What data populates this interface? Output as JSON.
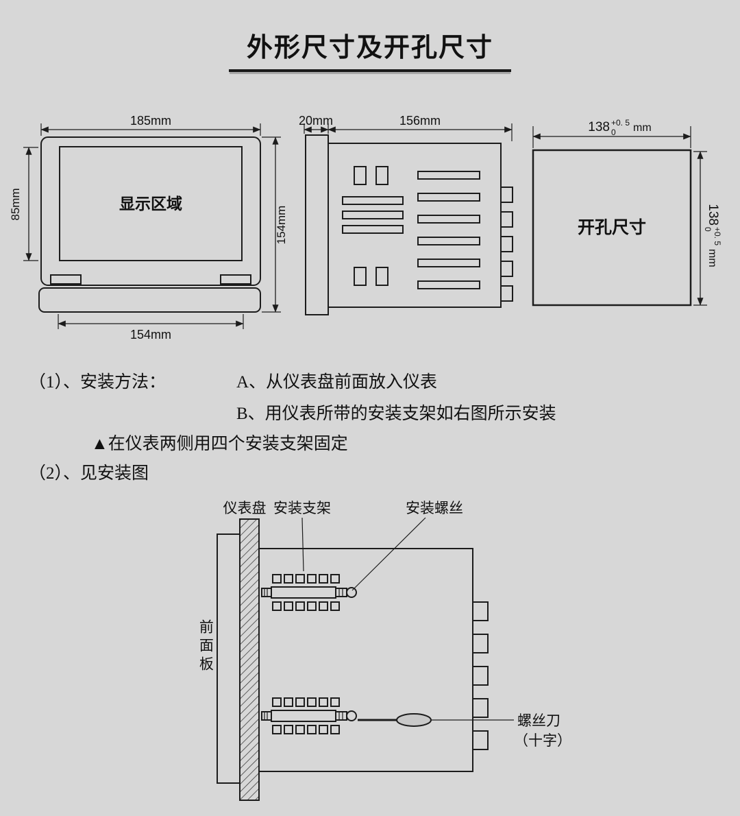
{
  "title": "外形尺寸及开孔尺寸",
  "front_view": {
    "top_width": "185mm",
    "display_area": "显示区域",
    "display_height": "85mm",
    "total_height": "154mm",
    "bottom_width": "154mm"
  },
  "side_view": {
    "bezel_depth": "20mm",
    "body_depth": "156mm"
  },
  "cutout_view": {
    "label": "开孔尺寸",
    "width_value": "138",
    "width_tol_plus": "+0. 5",
    "width_tol_minus": "0",
    "width_unit": "mm",
    "height_value": "138",
    "height_tol_plus": "+0. 5",
    "height_tol_minus": "0",
    "height_unit": "mm"
  },
  "instructions": {
    "step1_label": "（1）、安装方法：",
    "step1_a": "A、从仪表盘前面放入仪表",
    "step1_b": "B、用仪表所带的安装支架如右图所示安装",
    "note": "▲在仪表两侧用四个安装支架固定",
    "step2_label": "（2）、见安装图"
  },
  "install_diagram": {
    "panel": "仪表盘",
    "bracket": "安装支架",
    "screw": "安装螺丝",
    "front_panel": "前面板",
    "screwdriver": "螺丝刀",
    "screwdriver_type": "（十字）"
  }
}
